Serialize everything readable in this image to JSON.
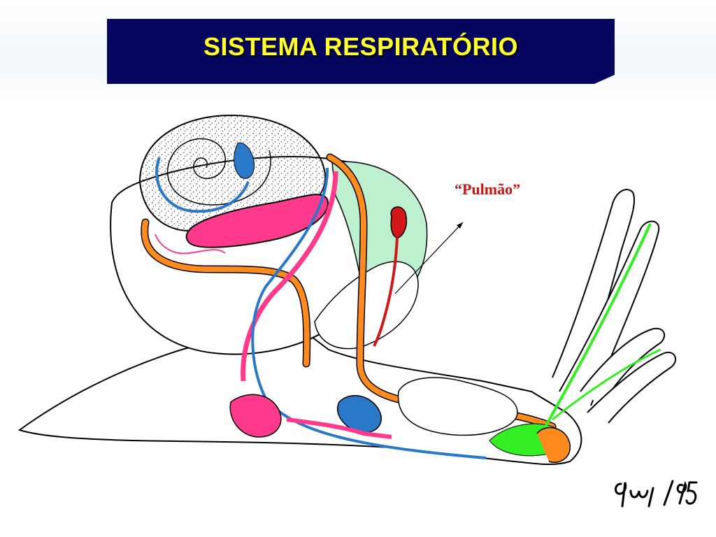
{
  "title": "SISTEMA RESPIRATÓRIO",
  "labels": {
    "pulmao": "“Pulmão”"
  },
  "signature": "9uj/95",
  "colors": {
    "title_background": "#06065e",
    "title_text": "#ffff2e",
    "label_text": "#c81414",
    "lung_fill": "#bdf0cf",
    "digestive_orange": "#ff8a1e",
    "gonad_pink": "#ff3a8c",
    "nerve_green": "#33ee22",
    "vessel_blue": "#2a78c8",
    "vessel_red": "#d01818"
  }
}
